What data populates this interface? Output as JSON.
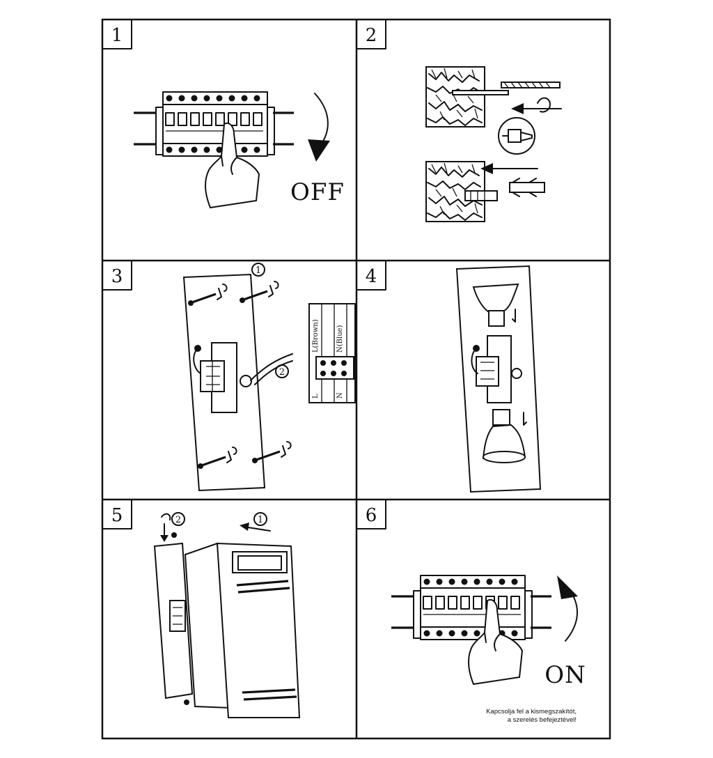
{
  "panels": [
    {
      "number": "1",
      "caption": "OFF"
    },
    {
      "number": "2"
    },
    {
      "number": "3",
      "wire_labels": [
        "L(Brown)",
        "N(Blue)",
        "L",
        "N"
      ],
      "callouts": [
        "1",
        "2"
      ]
    },
    {
      "number": "4"
    },
    {
      "number": "5",
      "callouts": [
        "2",
        "1"
      ]
    },
    {
      "number": "6",
      "caption": "ON",
      "note_lines": [
        "Kapcsolja fel a kismegszakítót,",
        "a szerelés befejeztével!"
      ]
    }
  ],
  "icons": [
    "breaker-panel-icon",
    "hand-icon",
    "curved-arrow-icon",
    "brick-wall-icon",
    "drill-bit-icon",
    "wall-plug-icon",
    "screwdriver-icon",
    "mounting-plate-icon",
    "terminal-block-icon",
    "bulb-icon",
    "lamp-housing-icon"
  ],
  "colors": {
    "ink": "#111111",
    "paper": "#ffffff"
  }
}
